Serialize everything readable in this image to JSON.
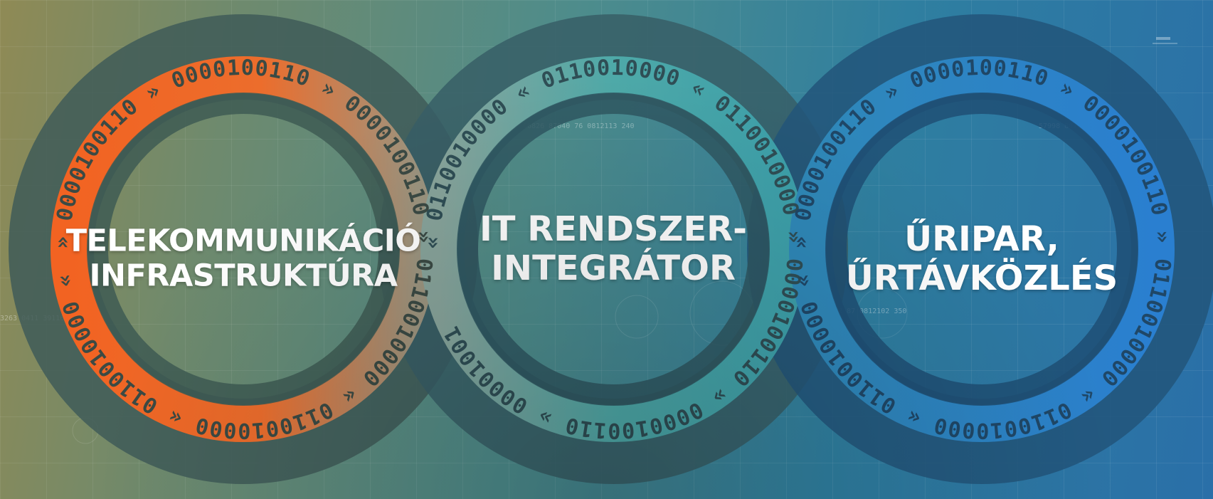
{
  "segments": [
    {
      "id": "telecom",
      "line1": "TELEKOMMUNIKÁCIÓ",
      "line2": "INFRASTRUKTÚRA",
      "ring_text": "» 0000100110 » 0000100110 » 0000100110 » 0110010000 « 0110010000 « 0110010000 «",
      "accent_color": "#f06a25"
    },
    {
      "id": "it",
      "line1": "IT RENDSZER-",
      "line2": "INTEGRÁTOR",
      "ring_text": "« 0110010000 « 0110010000 « 0110010000 » 0000100110 » 0000100110 » 00001001",
      "accent_color": "#4aa6a8"
    },
    {
      "id": "space",
      "line1": "ŰRIPAR,",
      "line2": "ŰRTÁVKÖZLÉS",
      "ring_text": "» 0000100110 » 0000100110 » 0000100110 » 0110010000 « 0110010000 « 0110010000 «",
      "accent_color": "#2b82cc"
    }
  ],
  "decorative_numbers": [
    "66826 87040 76 0812113 240",
    "3263 0411 3911621 72",
    "8112 87 0812102 350",
    "57998 8021 18"
  ]
}
